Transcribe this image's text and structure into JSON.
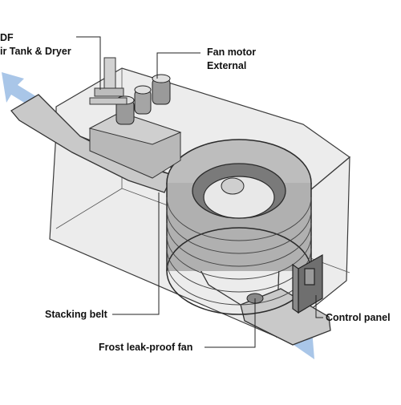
{
  "labels": {
    "df_line1": "DF",
    "df_line2": "ir Tank & Dryer",
    "fan_motor_line1": "Fan motor",
    "fan_motor_line2": "External",
    "stacking_belt": "Stacking belt",
    "control_panel": "Control panel",
    "frost_fan": "Frost leak-proof fan"
  },
  "colors": {
    "airflow_arrow": "#a9c6e8",
    "housing_fill": "#d9d9d9",
    "outline": "#3a3a3a"
  }
}
